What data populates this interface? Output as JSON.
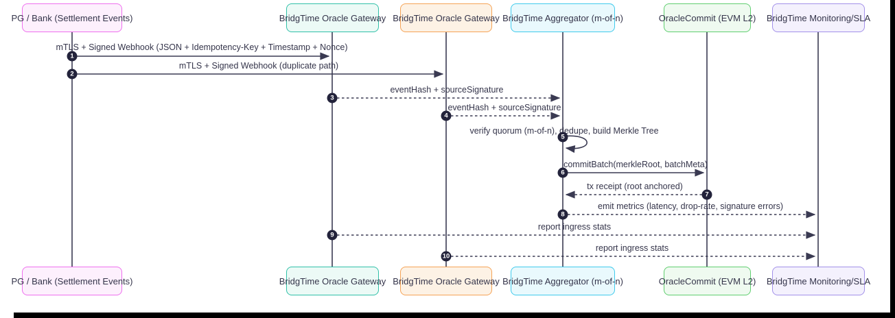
{
  "diagram_type": "sequence-diagram",
  "colors": {
    "text": "#34344a",
    "line": "#3a3a52",
    "badge_bg": "#23233b",
    "badge_text": "#ffffff",
    "screen_edge": "#000000"
  },
  "actors": [
    {
      "id": "pg-bank",
      "label": "PG / Bank (Settlement Events)",
      "border": "#ee6fee",
      "fill": "#fdf0fd"
    },
    {
      "id": "oracle-gateway-1",
      "label": "BridgTime Oracle Gateway",
      "border": "#2fc0a8",
      "fill": "#ecfaf6"
    },
    {
      "id": "oracle-gateway-2",
      "label": "BridgTime Oracle Gateway",
      "border": "#f5a356",
      "fill": "#fdf2e5"
    },
    {
      "id": "aggregator",
      "label": "BridgTime Aggregator (m-of-n)",
      "border": "#3fcaec",
      "fill": "#e9f9fd"
    },
    {
      "id": "oracle-commit",
      "label": "OracleCommit (EVM L2)",
      "border": "#5fce6f",
      "fill": "#effaf0"
    },
    {
      "id": "monitoring",
      "label": "BridgTime Monitoring/SLA",
      "border": "#a290e9",
      "fill": "#f4f1fd"
    }
  ],
  "messages": [
    {
      "num": "1",
      "from": "pg-bank",
      "to": "oracle-gateway-1",
      "line": "solid",
      "text": "mTLS + Signed Webhook (JSON + Idempotency-Key + Timestamp + Nonce)"
    },
    {
      "num": "2",
      "from": "pg-bank",
      "to": "oracle-gateway-2",
      "line": "solid",
      "text": "mTLS + Signed Webhook (duplicate path)"
    },
    {
      "num": "3",
      "from": "oracle-gateway-1",
      "to": "aggregator",
      "line": "dotted",
      "text": "eventHash + sourceSignature"
    },
    {
      "num": "4",
      "from": "oracle-gateway-2",
      "to": "aggregator",
      "line": "dotted",
      "text": "eventHash + sourceSignature"
    },
    {
      "num": "5",
      "from": "aggregator",
      "to": "aggregator",
      "line": "self",
      "text": "verify quorum (m-of-n), dedupe, build Merkle Tree"
    },
    {
      "num": "6",
      "from": "aggregator",
      "to": "oracle-commit",
      "line": "solid",
      "text": "commitBatch(merkleRoot, batchMeta)"
    },
    {
      "num": "7",
      "from": "oracle-commit",
      "to": "aggregator",
      "line": "dotted",
      "text": "tx receipt (root anchored)"
    },
    {
      "num": "8",
      "from": "aggregator",
      "to": "monitoring",
      "line": "dotted",
      "text": "emit metrics (latency, drop-rate, signature errors)"
    },
    {
      "num": "9",
      "from": "oracle-gateway-1",
      "to": "monitoring",
      "line": "dotted",
      "text": "report ingress stats"
    },
    {
      "num": "10",
      "from": "oracle-gateway-2",
      "to": "monitoring",
      "line": "dotted",
      "text": "report ingress stats"
    }
  ]
}
